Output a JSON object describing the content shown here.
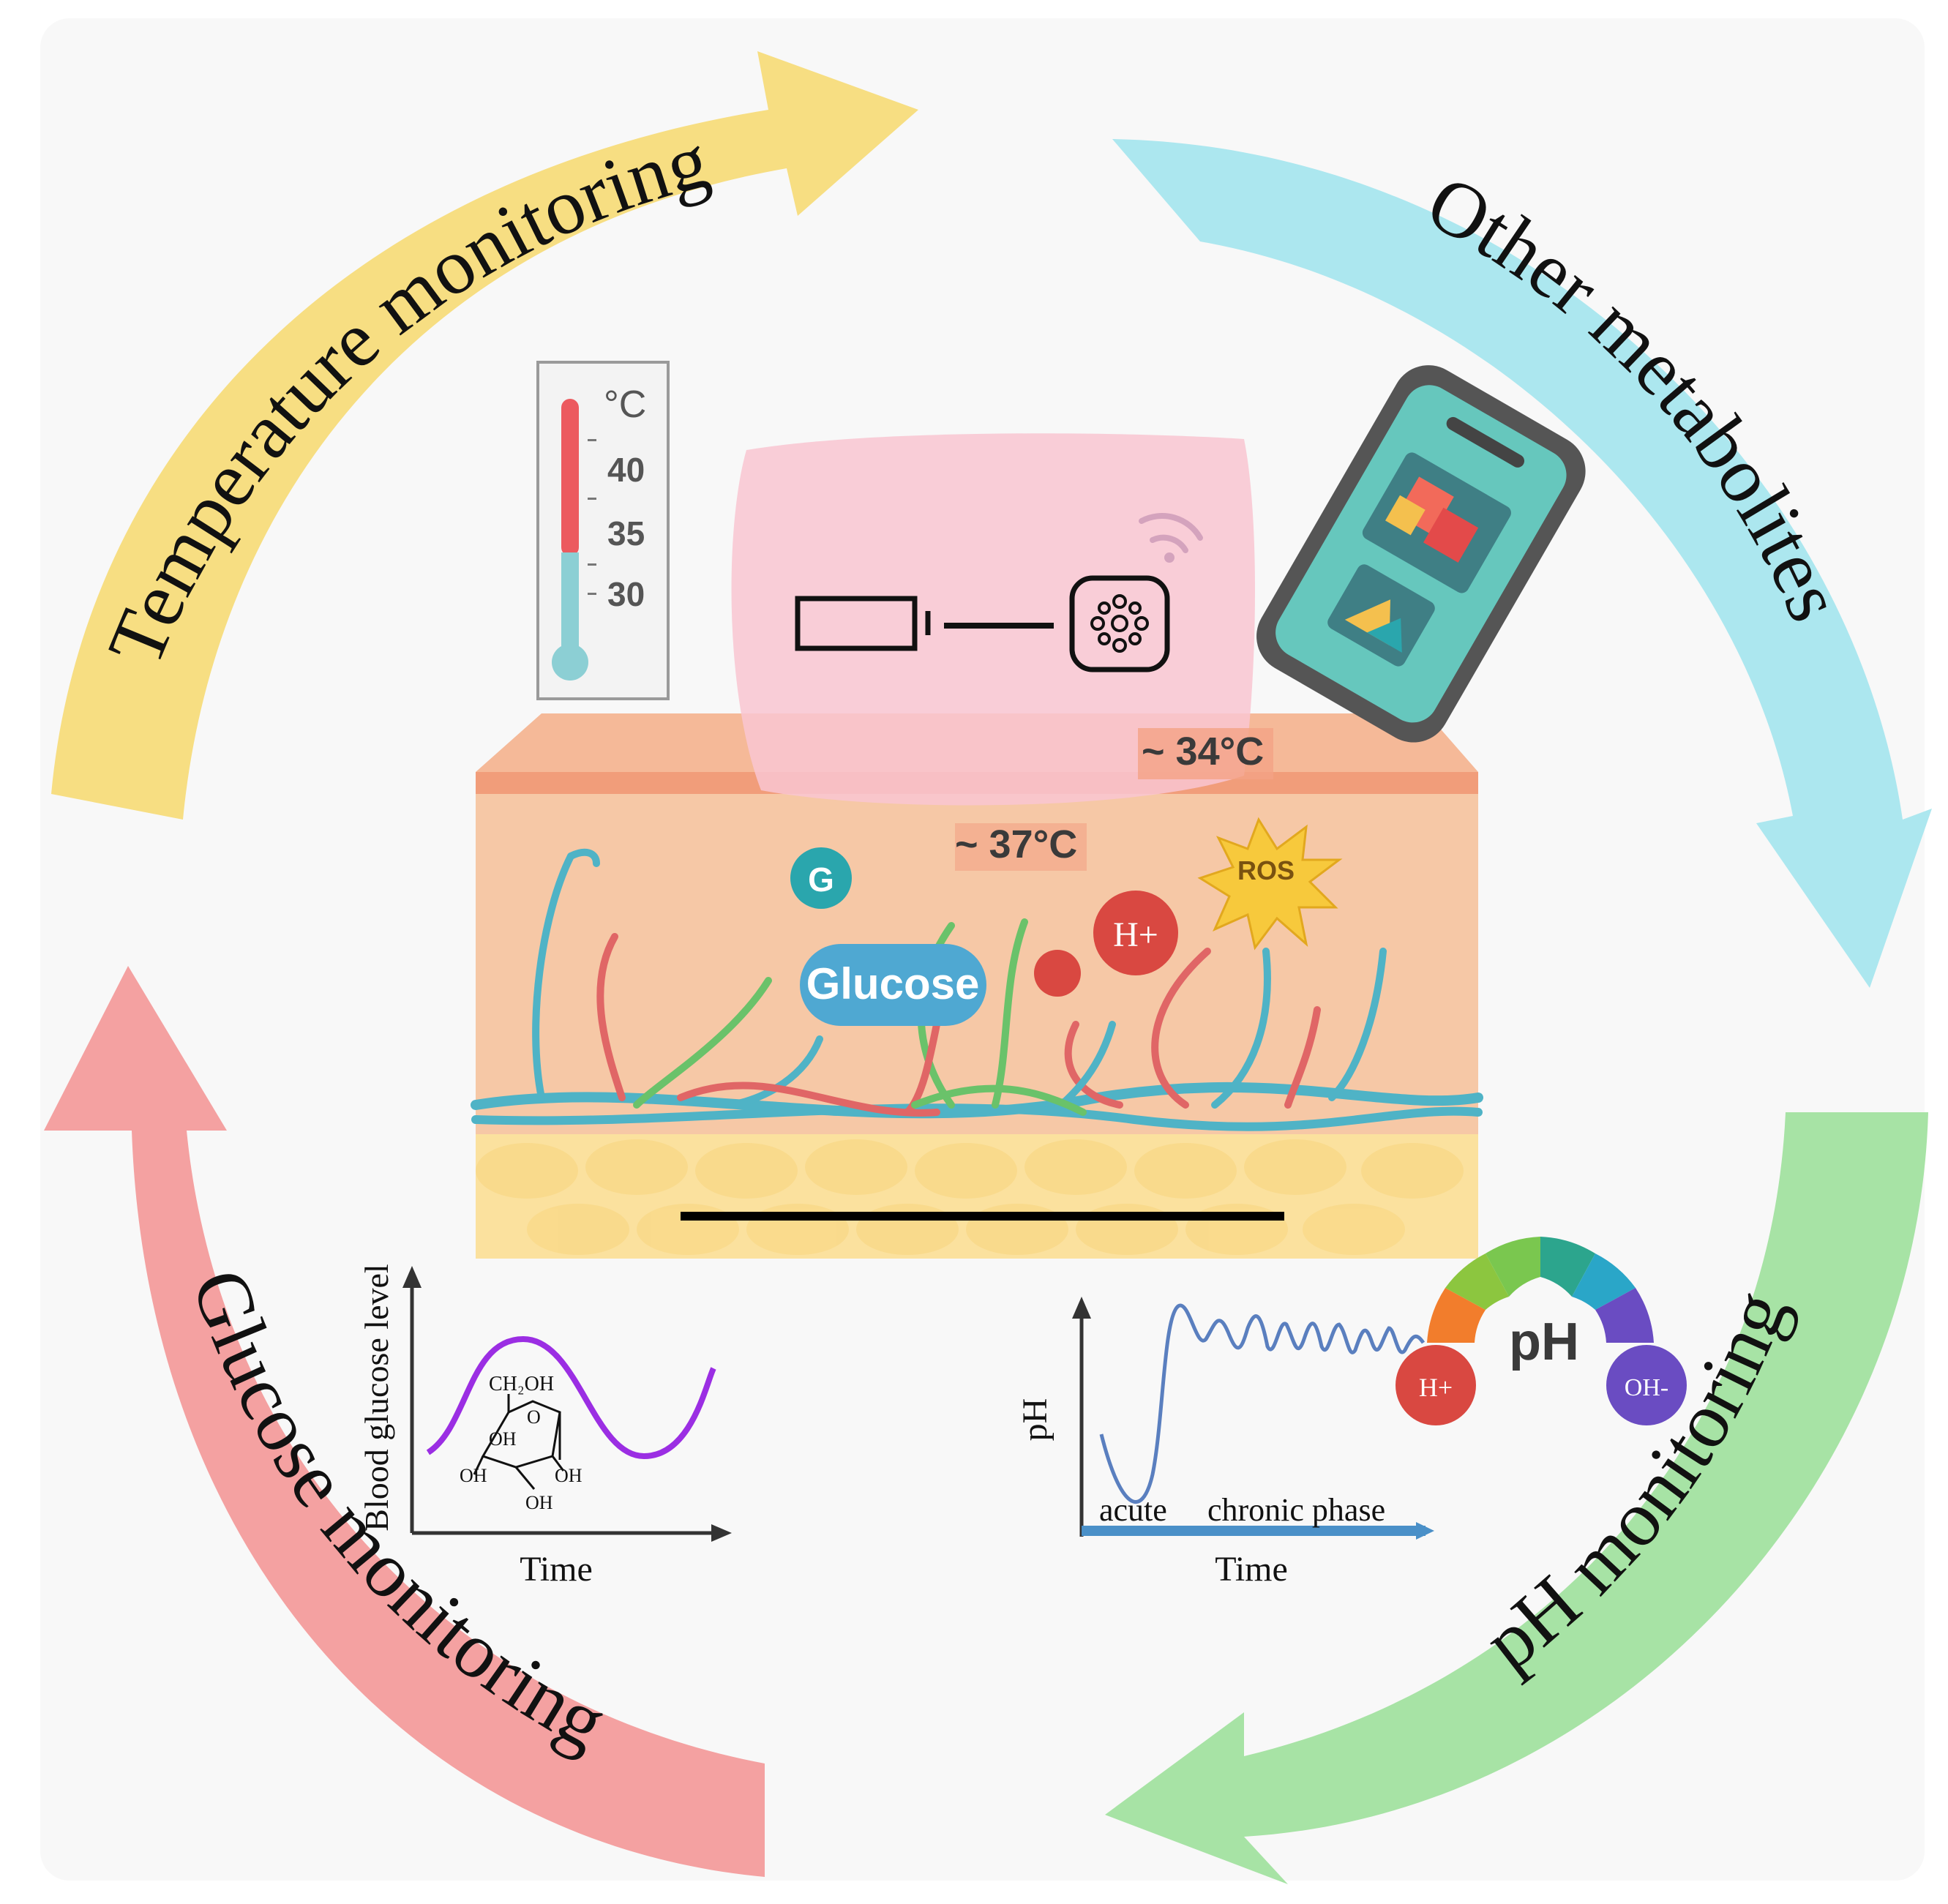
{
  "cycle": {
    "temperature_label": "Temperature monitoring",
    "metabolites_label": "Other metabolites",
    "ph_label": "pH monitoring",
    "glucose_label": "Glucose monitoring"
  },
  "thermometer": {
    "unit": "°C",
    "ticks": [
      "40",
      "35",
      "30"
    ]
  },
  "skin": {
    "surface_temp": "~ 34°C",
    "dermis_temp": "~ 37°C",
    "glucose_marker": "G",
    "glucose_label": "Glucose",
    "proton_label": "H+",
    "ros_label": "ROS"
  },
  "glucose_graph": {
    "y_label": "Blood glucose level",
    "x_label": "Time",
    "molecule": {
      "ch2oh": "CH₂OH",
      "o": "O",
      "oh_top": "OH",
      "oh_left": "OH",
      "oh_right": "OH",
      "oh_bottom": "OH"
    }
  },
  "ph_graph": {
    "y_label": "pH",
    "x_label": "Time",
    "phase_acute": "acute",
    "phase_chronic": "chronic phase"
  },
  "ph_scale": {
    "title": "pH",
    "acid_label": "H+",
    "base_label": "OH-"
  },
  "colors": {
    "temperature_arrow": "#f7de82",
    "metabolites_arrow": "#ace7ef",
    "ph_arrow": "#a7e3a5",
    "glucose_arrow": "#f4a1a1",
    "skin_base": "#f6c8a6",
    "fat_layer": "#fbe19e",
    "patch": "#f9c6d1"
  }
}
